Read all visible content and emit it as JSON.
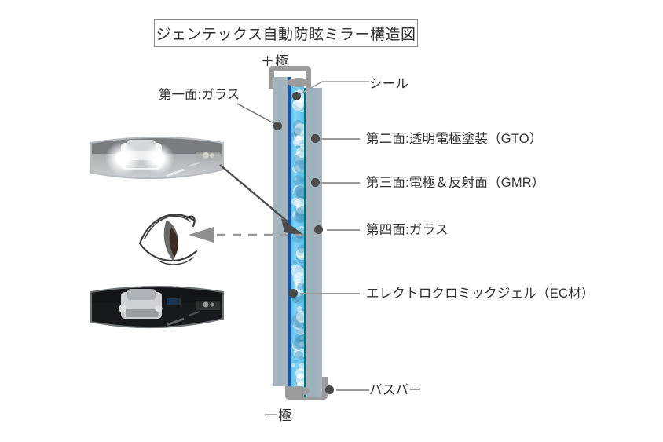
{
  "title": "ジェンテックス自動防眩ミラー構造図",
  "poles": {
    "positive": "＋極",
    "negative": "一極"
  },
  "labels": {
    "first_surface": "第一面:ガラス",
    "seal": "シール",
    "second_surface": "第二面:透明電極塗装（GTO）",
    "third_surface": "第三面:電極＆反射面（GMR）",
    "fourth_surface": "第四面:ガラス",
    "ec_gel": "エレクトロクロミックジェル（EC材）",
    "busbar": "バスバー"
  },
  "photos": {
    "bright_mirror": "undimmed-rearview-mirror-headlight-glare",
    "dim_mirror": "dimmed-rearview-mirror-reduced-glare"
  },
  "icons": {
    "eye": "eye-icon",
    "glare_arrow": "glare-ray-arrow-icon",
    "dim_arrow": "dimmed-light-arrow-icon"
  },
  "colors": {
    "glass": "#a3b3bd",
    "gto_electrode": "#1554a8",
    "gmr_electrode": "#0d6b78",
    "ec_gel": "#6ecaf2",
    "busbar": "#9b9b9b",
    "seal": "#9b9b9b",
    "leader": "#9a9a9a",
    "text": "#2f2f2f",
    "title_border": "#8a8a8a"
  }
}
